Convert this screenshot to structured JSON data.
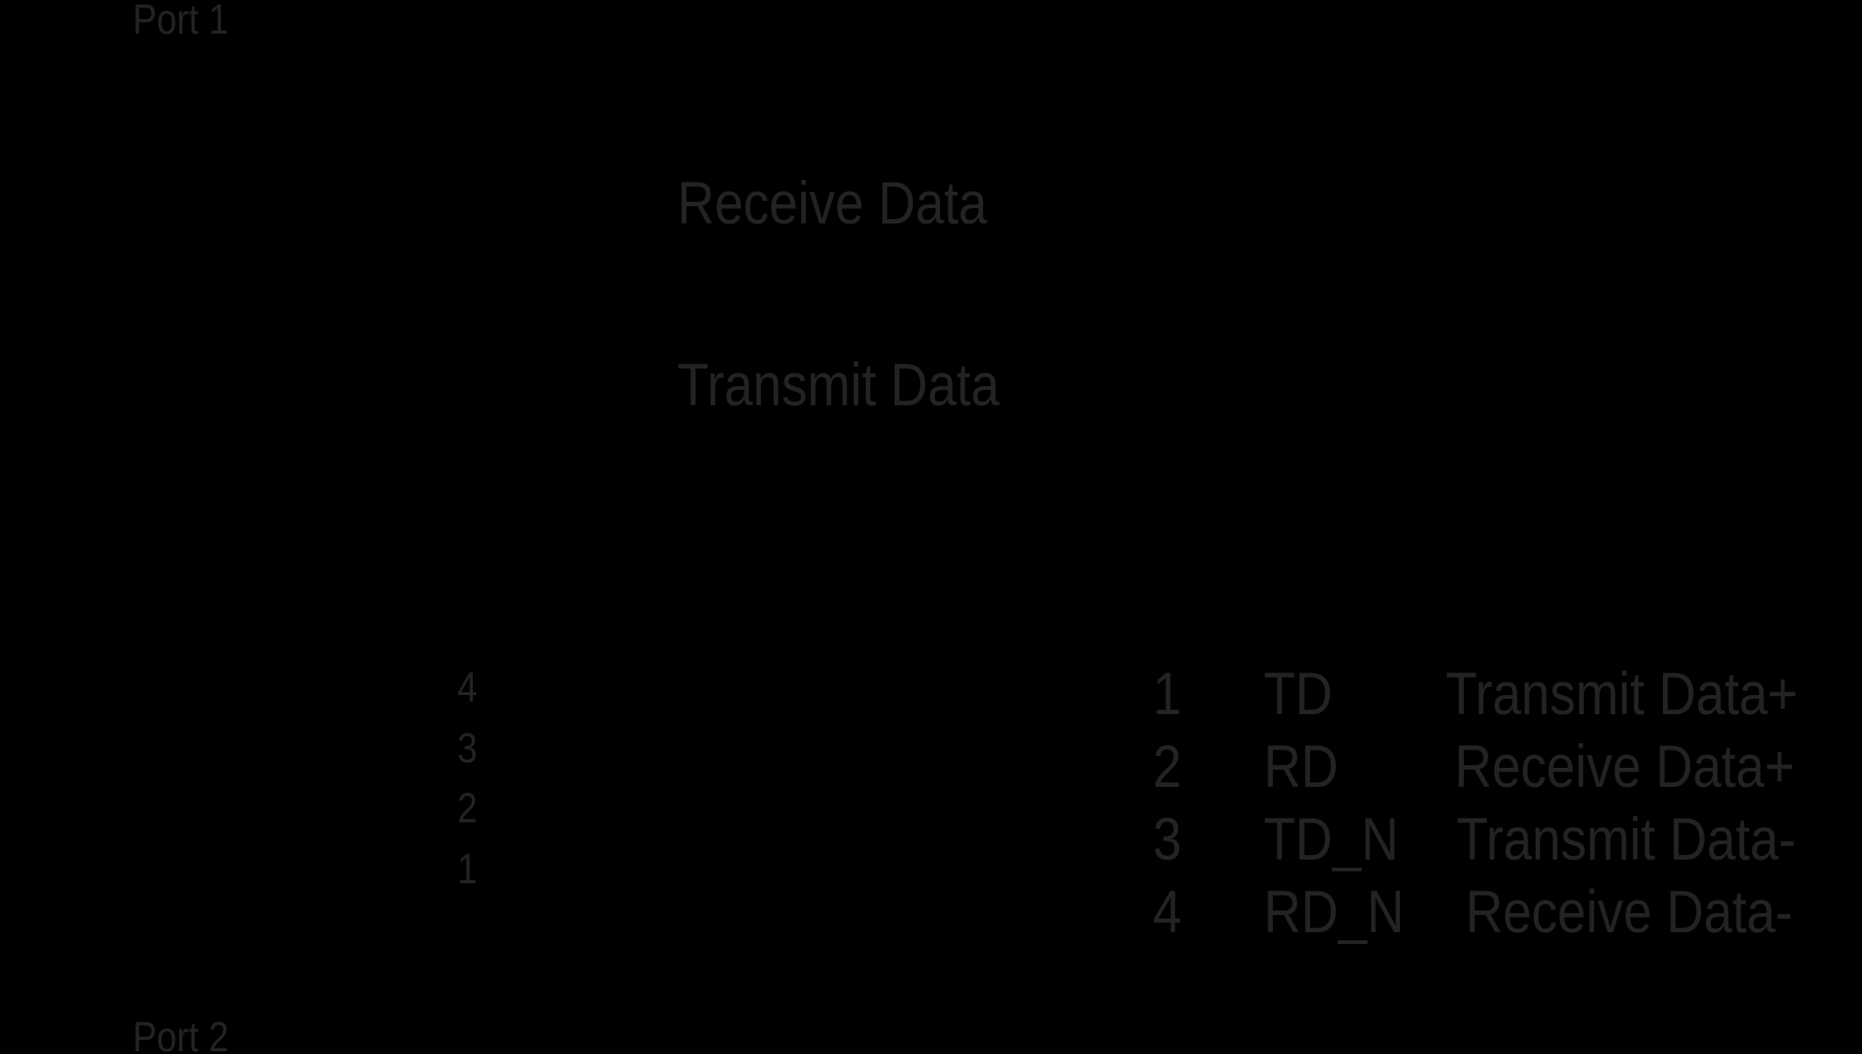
{
  "ports": {
    "port1": "Port 1",
    "port2": "Port 2"
  },
  "signals": {
    "receive": "Receive Data",
    "transmit": "Transmit Data"
  },
  "connector_pins": [
    "4",
    "3",
    "2",
    "1"
  ],
  "pinout": [
    {
      "pin": "1",
      "signal": "TD",
      "description": "Transmit Data+"
    },
    {
      "pin": "2",
      "signal": "RD",
      "description": "Receive Data+"
    },
    {
      "pin": "3",
      "signal": "TD_N",
      "description": "Transmit Data-"
    },
    {
      "pin": "4",
      "signal": "RD_N",
      "description": "Receive Data-"
    }
  ],
  "colors": {
    "background": "#000000",
    "text": "#232323"
  }
}
